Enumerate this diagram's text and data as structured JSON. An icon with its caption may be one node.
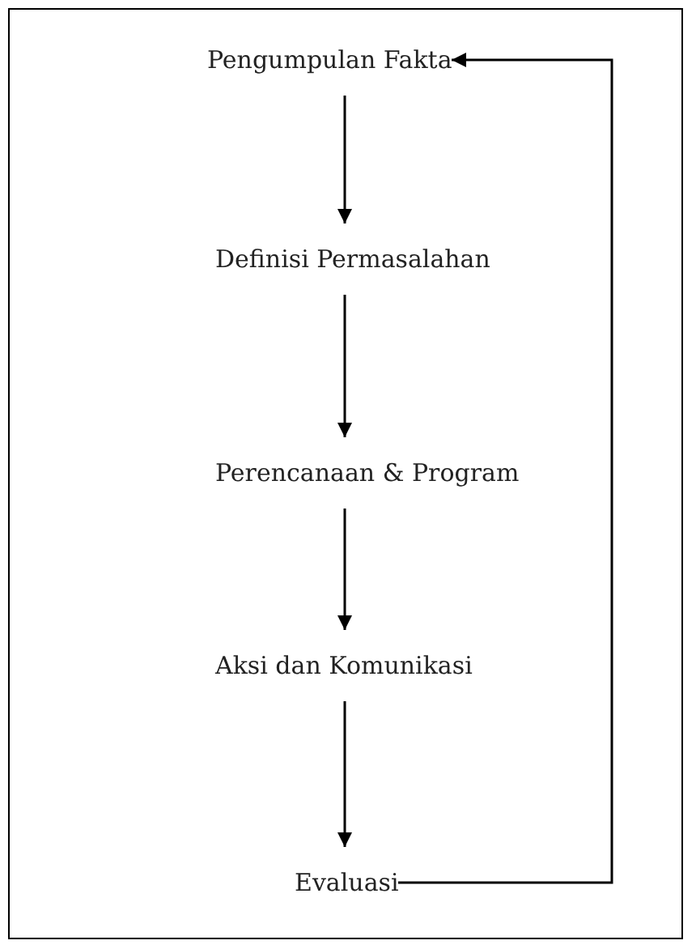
{
  "diagram": {
    "nodes": [
      {
        "text": [
          "Pengumpulan Fakta"
        ]
      },
      {
        "text": [
          "Definisi Permasalahan"
        ]
      },
      {
        "text": [
          "Perencanaan & Program"
        ]
      },
      {
        "text": [
          "Aksi dan Komunikasi"
        ]
      },
      {
        "text": [
          "Evaluasi"
        ]
      }
    ],
    "edges": [
      {
        "from": 0,
        "to": 1,
        "arrow": "to"
      },
      {
        "from": 1,
        "to": 2,
        "arrow": "to"
      },
      {
        "from": 2,
        "to": 3,
        "arrow": "to"
      },
      {
        "from": 3,
        "to": 4,
        "arrow": "to"
      },
      {
        "from": 4,
        "to": 0,
        "arrow": "to"
      }
    ]
  }
}
